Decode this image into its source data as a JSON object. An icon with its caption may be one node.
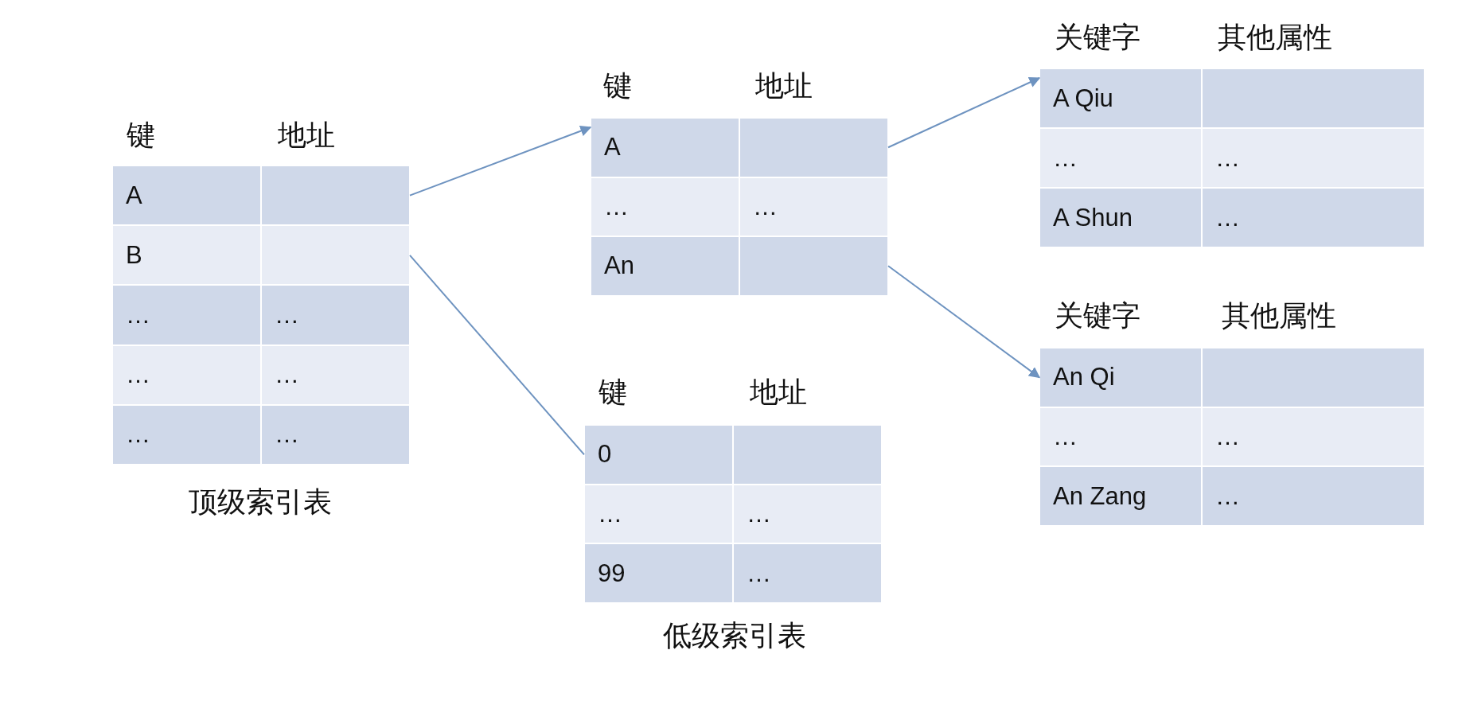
{
  "diagram": {
    "nodes": [
      {
        "text": [
          "A"
        ]
      },
      {
        "text": [],
        "shape": "box"
      },
      {
        "text": [
          "B"
        ]
      },
      {
        "text": [],
        "shape": "box"
      },
      {
        "text": [
          "…"
        ]
      },
      {
        "text": [
          "…"
        ]
      },
      {
        "text": [
          "…"
        ]
      },
      {
        "text": [
          "…"
        ]
      },
      {
        "text": [
          "…"
        ]
      },
      {
        "text": [
          "…"
        ]
      },
      {
        "text": [
          "A"
        ]
      },
      {
        "text": [],
        "shape": "box"
      },
      {
        "text": [
          "…"
        ]
      },
      {
        "text": [
          "…"
        ]
      },
      {
        "text": [
          "An"
        ]
      },
      {
        "text": [],
        "shape": "box"
      },
      {
        "text": [
          "A Qiu"
        ]
      },
      {
        "text": [],
        "shape": "box"
      },
      {
        "text": [
          "…"
        ]
      },
      {
        "text": [
          "…"
        ]
      },
      {
        "text": [
          "A Shun"
        ]
      },
      {
        "text": [
          "…"
        ]
      },
      {
        "text": [
          "0"
        ]
      },
      {
        "text": [],
        "shape": "box"
      },
      {
        "text": [
          "…"
        ]
      },
      {
        "text": [
          "…"
        ]
      },
      {
        "text": [
          "99"
        ]
      },
      {
        "text": [
          "…"
        ]
      },
      {
        "text": [
          "An Qi"
        ]
      },
      {
        "text": [],
        "shape": "box"
      },
      {
        "text": [
          "…"
        ]
      },
      {
        "text": [
          "…"
        ]
      },
      {
        "text": [
          "An Zang"
        ]
      },
      {
        "text": [
          "…"
        ]
      }
    ],
    "edges": [
      {
        "from": 1,
        "to": 10,
        "arrow": "to"
      },
      {
        "from": 3,
        "to": 22,
        "arrow": "none"
      },
      {
        "from": 11,
        "to": 16,
        "arrow": "to"
      },
      {
        "from": 15,
        "to": 28,
        "arrow": "to"
      }
    ],
    "labels": [
      "关键字",
      "其他属性",
      "键",
      "地址",
      "键",
      "地址",
      "关键字",
      "其他属性",
      "键",
      "地址",
      "顶级索引表",
      "低级索引表"
    ]
  }
}
